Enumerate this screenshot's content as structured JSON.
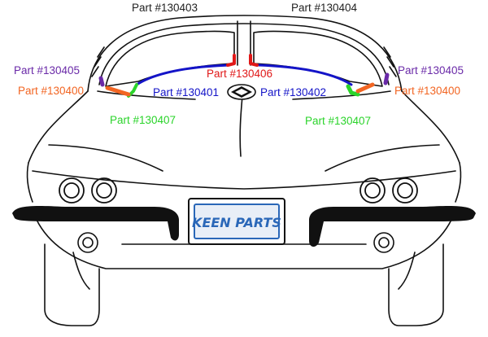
{
  "colors": {
    "black": "#111111",
    "gray_label": "#222222",
    "purple": "#6a2aa8",
    "orange": "#f26522",
    "green": "#2bd42b",
    "blue": "#1414c8",
    "red": "#e01818",
    "plate_blue": "#2a67b8"
  },
  "labels": {
    "top_left": "Part #130403",
    "top_right": "Part #130404",
    "purple_left": "Part #130405",
    "purple_right": "Part #130405",
    "orange_left": "Part #130400",
    "orange_right": "Part #130400",
    "red_center": "Part #130406",
    "blue_left": "Part #130401",
    "blue_right": "Part #130402",
    "green_left": "Part #130407",
    "green_right": "Part #130407"
  },
  "plate": {
    "text": "KEEN PARTS"
  }
}
